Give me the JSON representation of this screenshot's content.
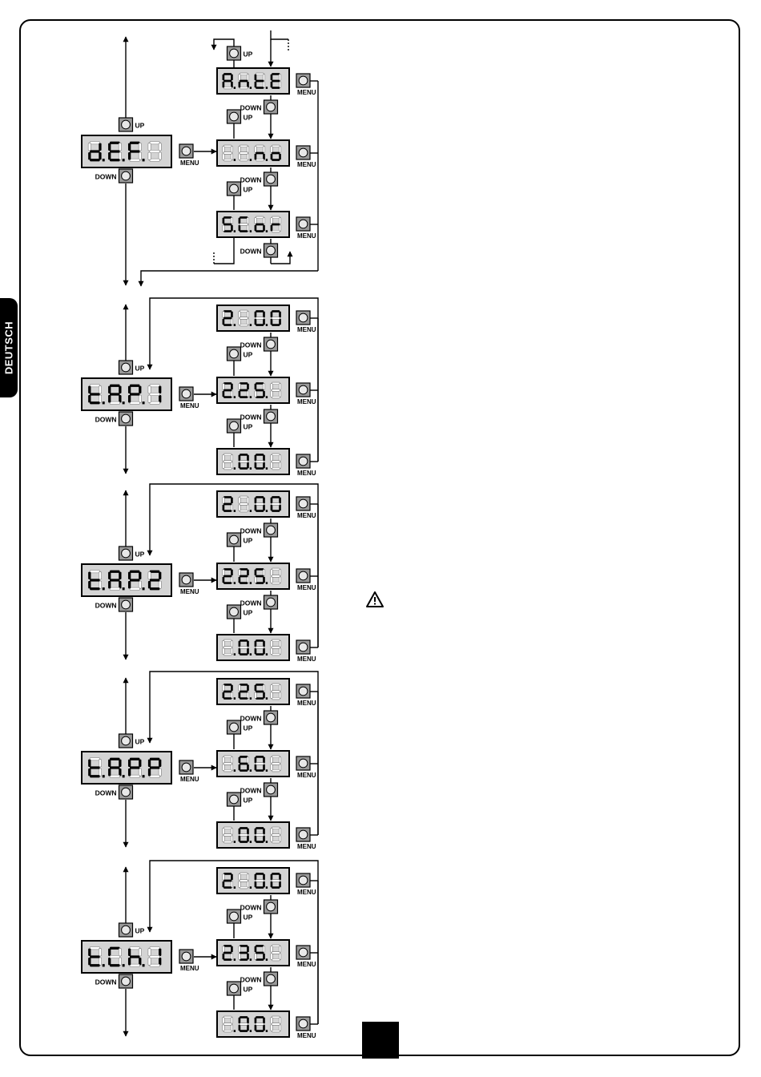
{
  "sidebar": {
    "language_tab": "DEUTSCH"
  },
  "warning": {
    "icon": "warning-triangle-icon"
  },
  "button_labels": {
    "up": "UP",
    "down": "DOWN",
    "menu": "MENU"
  },
  "colors": {
    "display_bg": "#d4d4d4",
    "segment_on": "#000000",
    "segment_off": "#b8b8b8"
  },
  "sections": [
    {
      "name": "def",
      "main_display": [
        {
          "char": "d",
          "dot": true
        },
        {
          "char": "E",
          "dot": true
        },
        {
          "char": "F",
          "dot": true
        },
        {
          "char": "8",
          "dim": true
        }
      ],
      "options": [
        [
          {
            "char": "A",
            "dot": true
          },
          {
            "char": "n",
            "dot": true
          },
          {
            "char": "t",
            "dot": true
          },
          {
            "char": "E"
          }
        ],
        [
          {
            "char": "8",
            "dim": true,
            "dot": true
          },
          {
            "char": "8",
            "dim": true,
            "dot": true
          },
          {
            "char": "n",
            "dot": true
          },
          {
            "char": "o"
          }
        ],
        [
          {
            "char": "S",
            "dot": true
          },
          {
            "char": "C",
            "dot": true
          },
          {
            "char": "o",
            "dot": true
          },
          {
            "char": "r"
          }
        ]
      ]
    },
    {
      "name": "tAP1",
      "main_display": [
        {
          "char": "t",
          "dot": true
        },
        {
          "char": "A",
          "dot": true
        },
        {
          "char": "P",
          "dot": true
        },
        {
          "char": "1"
        }
      ],
      "options": [
        [
          {
            "char": "2",
            "dot": true
          },
          {
            "char": "1",
            "dim": true,
            "dot": true
          },
          {
            "char": "0",
            "dot": true
          },
          {
            "char": "0"
          }
        ],
        [
          {
            "char": "2",
            "dot": true
          },
          {
            "char": "2",
            "dot": true
          },
          {
            "char": "5",
            "dot": true
          },
          {
            "char": "8",
            "dim": true
          }
        ],
        [
          {
            "char": "8",
            "dim": true,
            "dot": true
          },
          {
            "char": "0",
            "dot": true
          },
          {
            "char": "0",
            "dot": true
          },
          {
            "char": "8",
            "dim": true
          }
        ]
      ]
    },
    {
      "name": "tAP2",
      "main_display": [
        {
          "char": "t",
          "dot": true
        },
        {
          "char": "A",
          "dot": true
        },
        {
          "char": "P",
          "dot": true
        },
        {
          "char": "2"
        }
      ],
      "options": [
        [
          {
            "char": "2",
            "dot": true
          },
          {
            "char": "1",
            "dim": true,
            "dot": true
          },
          {
            "char": "0",
            "dot": true
          },
          {
            "char": "0"
          }
        ],
        [
          {
            "char": "2",
            "dot": true
          },
          {
            "char": "2",
            "dot": true
          },
          {
            "char": "5",
            "dot": true
          },
          {
            "char": "8",
            "dim": true
          }
        ],
        [
          {
            "char": "8",
            "dim": true,
            "dot": true
          },
          {
            "char": "0",
            "dot": true
          },
          {
            "char": "0",
            "dot": true
          },
          {
            "char": "8",
            "dim": true
          }
        ]
      ]
    },
    {
      "name": "tAPP",
      "main_display": [
        {
          "char": "t",
          "dot": true
        },
        {
          "char": "A",
          "dot": true
        },
        {
          "char": "P",
          "dot": true
        },
        {
          "char": "P"
        }
      ],
      "options": [
        [
          {
            "char": "2",
            "dot": true
          },
          {
            "char": "2",
            "dot": true
          },
          {
            "char": "5",
            "dot": true
          },
          {
            "char": "8",
            "dim": true
          }
        ],
        [
          {
            "char": "8",
            "dim": true,
            "dot": true
          },
          {
            "char": "6",
            "dot": true
          },
          {
            "char": "0",
            "dot": true
          },
          {
            "char": "8",
            "dim": true
          }
        ],
        [
          {
            "char": "8",
            "dim": true,
            "dot": true
          },
          {
            "char": "0",
            "dot": true
          },
          {
            "char": "0",
            "dot": true
          },
          {
            "char": "8",
            "dim": true
          }
        ]
      ]
    },
    {
      "name": "tCh1",
      "main_display": [
        {
          "char": "t",
          "dot": true
        },
        {
          "char": "C",
          "dot": true
        },
        {
          "char": "h",
          "dot": true
        },
        {
          "char": "1"
        }
      ],
      "options": [
        [
          {
            "char": "2",
            "dot": true
          },
          {
            "char": "1",
            "dim": true,
            "dot": true
          },
          {
            "char": "0",
            "dot": true
          },
          {
            "char": "0"
          }
        ],
        [
          {
            "char": "2",
            "dot": true
          },
          {
            "char": "3",
            "dot": true
          },
          {
            "char": "5",
            "dot": true
          },
          {
            "char": "8",
            "dim": true
          }
        ],
        [
          {
            "char": "8",
            "dim": true,
            "dot": true
          },
          {
            "char": "0",
            "dot": true
          },
          {
            "char": "0",
            "dot": true
          },
          {
            "char": "8",
            "dim": true
          }
        ]
      ]
    }
  ]
}
